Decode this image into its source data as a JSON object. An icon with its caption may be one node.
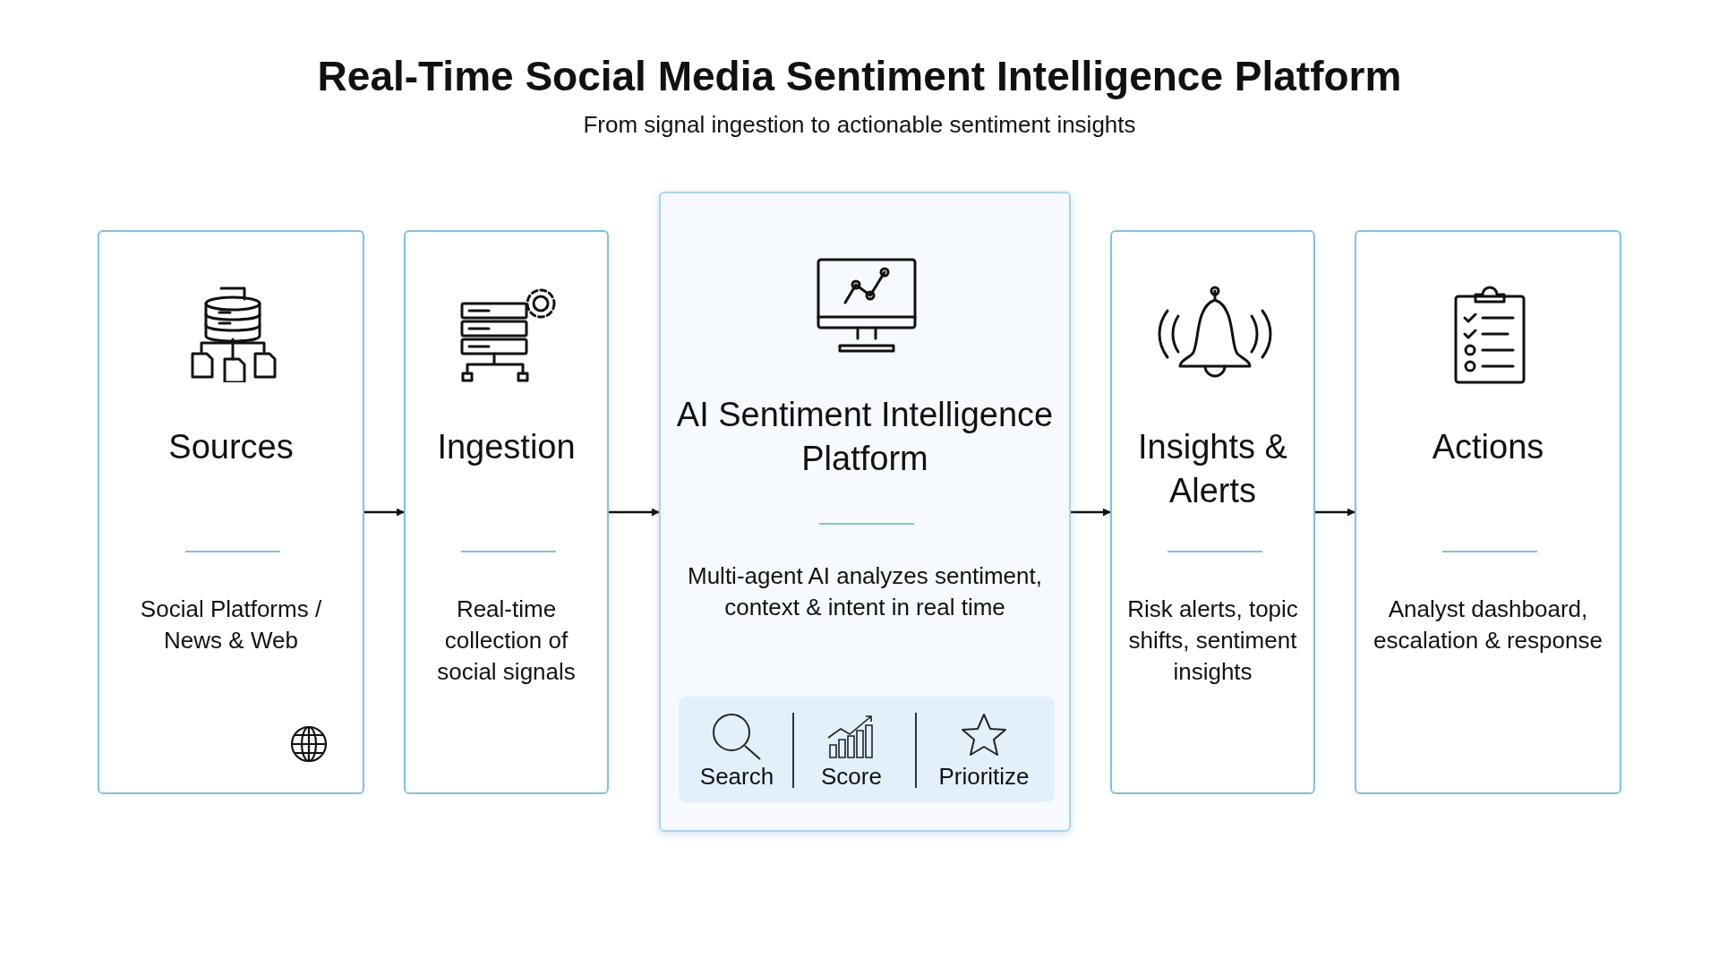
{
  "diagram": {
    "title": "Real-Time Social Media Sentiment Intelligence Platform",
    "caption": "From signal ingestion to actionable sentiment insights",
    "nodes": [
      {
        "text": [
          "Sources",
          "Social Platforms / News & Web"
        ]
      },
      {
        "text": [
          "Ingestion",
          "Real-time collection of social signals"
        ]
      },
      {
        "text": [
          "AI Sentiment Intelligence Platform",
          "Multi-agent AI analyzes sentiment, context & intent in real time"
        ]
      },
      {
        "text": [
          "Search"
        ],
        "in": 2
      },
      {
        "text": [
          "Score"
        ],
        "in": 2
      },
      {
        "text": [
          "Prioritize"
        ],
        "in": 2
      },
      {
        "text": [
          "Insights & Alerts",
          "Risk alerts, topic shifts, sentiment insights"
        ]
      },
      {
        "text": [
          "Actions",
          "Analyst dashboard, escalation & response"
        ]
      }
    ],
    "edges": [
      {
        "from": 0,
        "to": 1,
        "arrow": "to"
      },
      {
        "from": 1,
        "to": 2,
        "arrow": "to"
      },
      {
        "from": 2,
        "to": 6,
        "arrow": "to"
      },
      {
        "from": 6,
        "to": 7,
        "arrow": "to"
      }
    ]
  }
}
